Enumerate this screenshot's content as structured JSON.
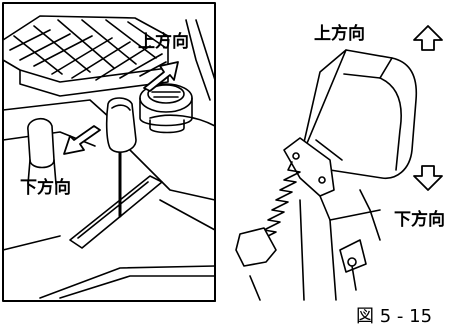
{
  "labels": {
    "left_up": "上方向",
    "left_down": "下方向",
    "right_up": "上方向",
    "right_down": "下方向"
  },
  "figure_number": "図 5 - 15"
}
